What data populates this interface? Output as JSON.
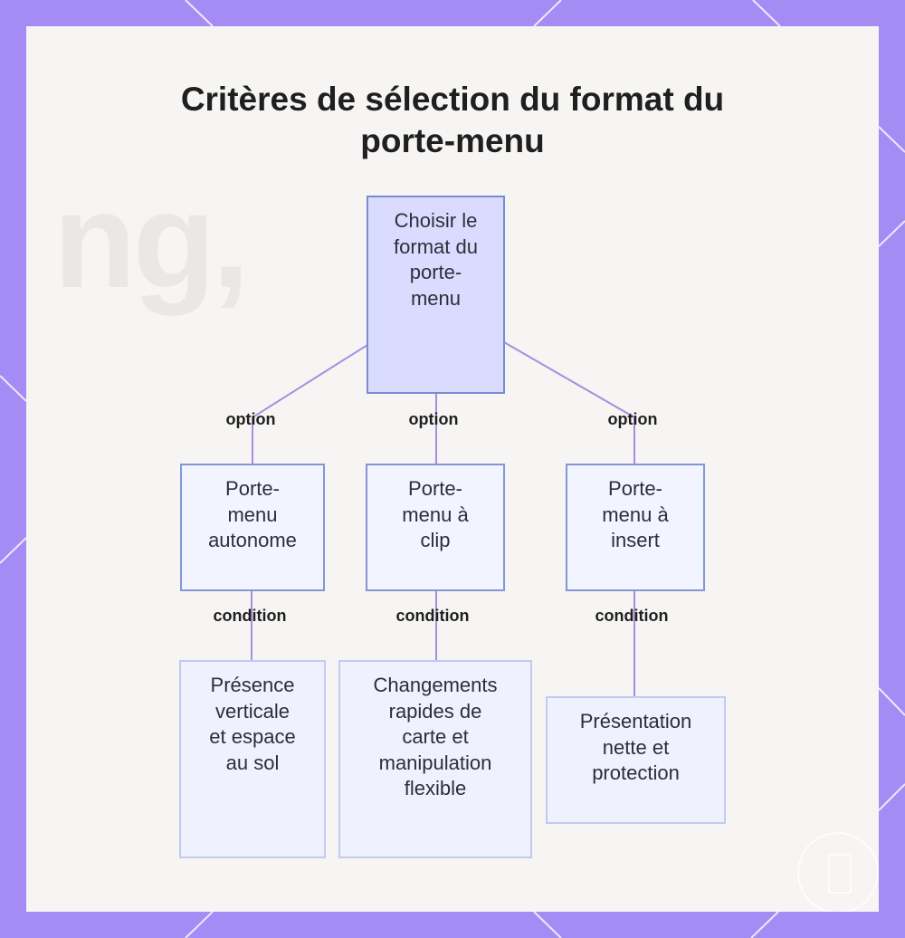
{
  "title_lines": [
    "Critères de sélection du format du",
    "porte-menu"
  ],
  "background_text": "ng,",
  "colors": {
    "frame": "#a58cf5",
    "card": "#f6f5f3",
    "root_fill": "#dadcff",
    "node_fill": "#f2f4ff",
    "edge": "#a58fe0"
  },
  "diagram": {
    "root": {
      "lines": [
        "Choisir le",
        "format du",
        "porte-",
        "menu"
      ]
    },
    "branches": [
      {
        "edge_label": "option",
        "option": {
          "lines": [
            "Porte-",
            "menu",
            "autonome"
          ]
        },
        "condition_label": "condition",
        "result": {
          "lines": [
            "Présence",
            "verticale",
            "et espace",
            "au sol"
          ]
        }
      },
      {
        "edge_label": "option",
        "option": {
          "lines": [
            "Porte-",
            "menu à",
            "clip"
          ]
        },
        "condition_label": "condition",
        "result": {
          "lines": [
            "Changements",
            "rapides de",
            "carte et",
            "manipulation",
            "flexible"
          ]
        }
      },
      {
        "edge_label": "option",
        "option": {
          "lines": [
            "Porte-",
            "menu à",
            "insert"
          ]
        },
        "condition_label": "condition",
        "result": {
          "lines": [
            "Présentation",
            "nette et",
            "protection"
          ]
        }
      }
    ]
  }
}
